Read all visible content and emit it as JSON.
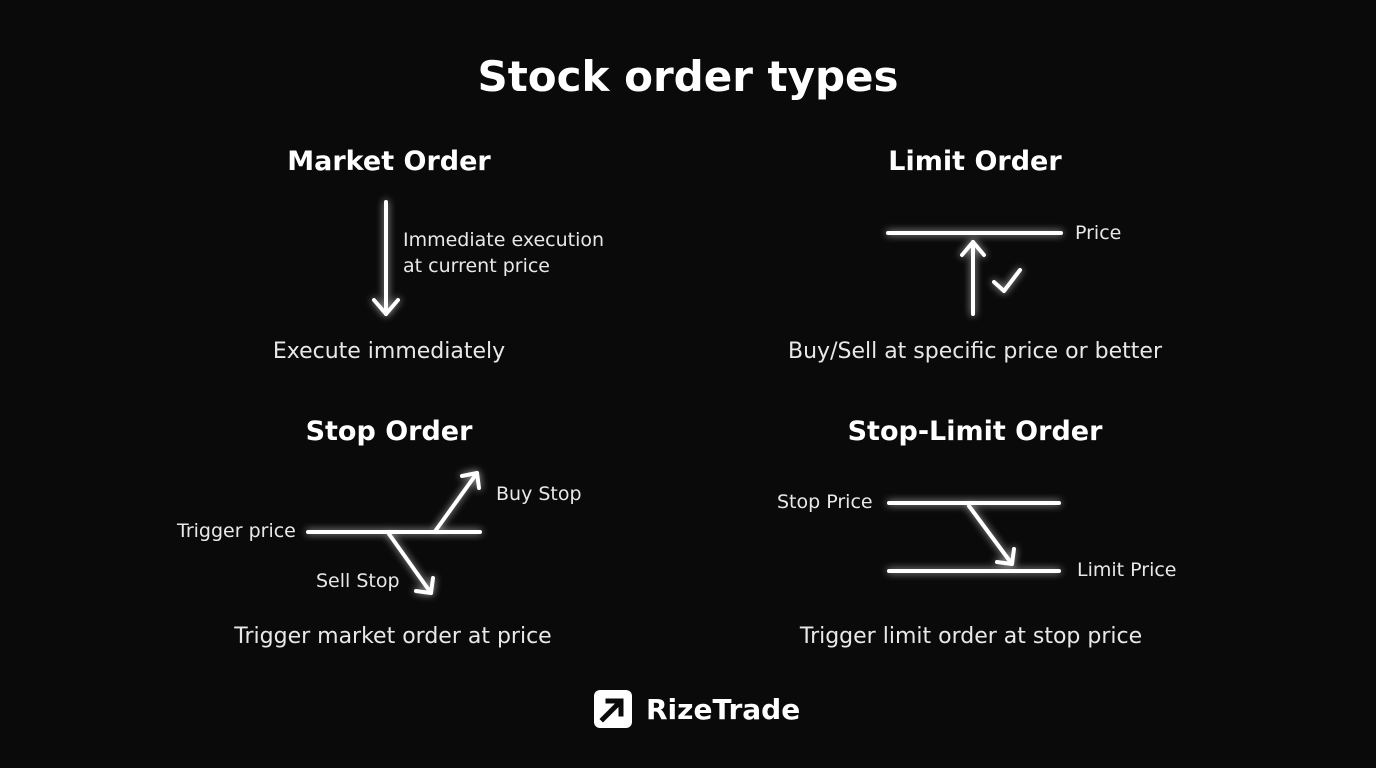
{
  "title": "Stock order types",
  "market": {
    "heading": "Market Order",
    "note_line1": "Immediate execution",
    "note_line2": "at current price",
    "description": "Execute immediately"
  },
  "limit": {
    "heading": "Limit Order",
    "price_label": "Price",
    "description": "Buy/Sell at specific price or better"
  },
  "stop": {
    "heading": "Stop Order",
    "trigger_label": "Trigger price",
    "buy_label": "Buy Stop",
    "sell_label": "Sell Stop",
    "description": "Trigger market order at price"
  },
  "stop_limit": {
    "heading": "Stop-Limit Order",
    "stop_label": "Stop Price",
    "limit_label": "Limit Price",
    "description": "Trigger limit order at stop price"
  },
  "brand": {
    "name": "RizeTrade"
  },
  "colors": {
    "background": "#0a0a0a",
    "foreground": "#ffffff"
  }
}
